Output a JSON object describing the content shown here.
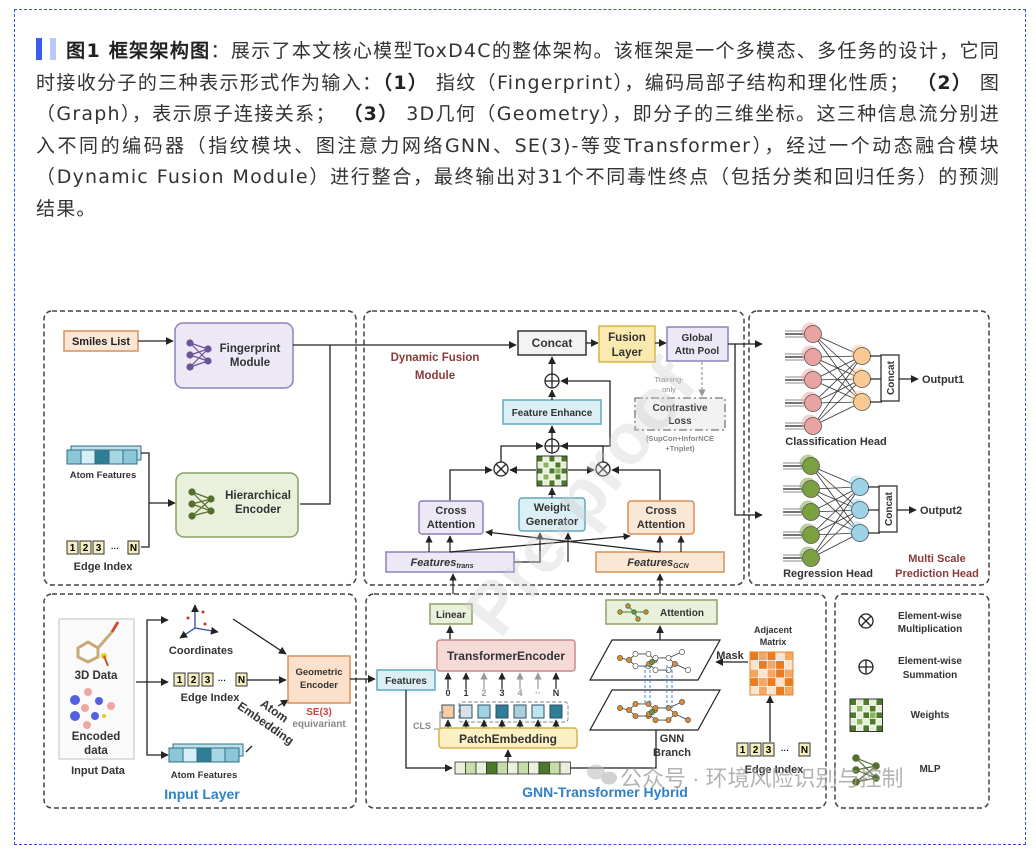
{
  "caption": {
    "title": "图1 框架架构图",
    "colon": "：",
    "part1": "展示了本文核心模型ToxD4C的整体架构。该框架是一个多模态、多任务的设计，它同时接收分子的三种表示形式作为输入：",
    "n1": "（1）",
    "part2": "指纹（Fingerprint），编码局部子结构和理化性质；",
    "n2": "（2）",
    "part3": "图（Graph），表示原子连接关系；",
    "n3": "（3）",
    "part4": "3D几何（Geometry），即分子的三维坐标。这三种信息流分别进入不同的编码器（指纹模块、图注意力网络GNN、SE(3)-等变Transformer），经过一个动态融合模块（Dynamic Fusion Module）进行整合，最终输出对31个不同毒性终点（包括分类和回归任务）的预测结果。"
  },
  "diagram": {
    "encoder_panel": {
      "smiles_list": "Smiles List",
      "fingerprint_module": [
        "Fingerprint",
        "Module"
      ],
      "atom_features": "Atom Features",
      "hierarchical_encoder": [
        "Hierarchical",
        "Encoder"
      ],
      "edge_index": "Edge Index",
      "edge_tokens": [
        "1",
        "2",
        "3",
        "···",
        "N"
      ]
    },
    "fusion_panel": {
      "title": [
        "Dynamic Fusion",
        "Module"
      ],
      "concat": "Concat",
      "fusion_layer": [
        "Fusion",
        "Layer"
      ],
      "global_attn_pool": [
        "Global",
        "Attn Pool"
      ],
      "training_only": [
        "Training-",
        "only"
      ],
      "contrastive_loss": [
        "Contrastive",
        "Loss"
      ],
      "loss_terms": [
        "(SupCon+InforNCE",
        "+Triplet)"
      ],
      "feature_enhance": "Feature Enhance",
      "cross_attention_left": [
        "Cross",
        "Attention"
      ],
      "weight_generator": [
        "Weight",
        "Generator"
      ],
      "cross_attention_right": [
        "Cross",
        "Attention"
      ],
      "features_trans": "Features",
      "features_trans_sub": "trans",
      "features_gcn": "Features",
      "features_gcn_sub": "GCN"
    },
    "head_panel": {
      "concat": "Concat",
      "output1": "Output1",
      "output2": "Output2",
      "classification_head": "Classification Head",
      "regression_head": "Regression Head",
      "title": [
        "Multi Scale",
        "Prediction Head"
      ]
    },
    "input_panel": {
      "coordinates": "Coordinates",
      "data_3d": "3D Data",
      "encoded_data": [
        "Encoded",
        "data"
      ],
      "input_data": "Input Data",
      "edge_index": "Edge Index",
      "edge_tokens": [
        "1",
        "2",
        "3",
        "···",
        "N"
      ],
      "atom_features": "Atom Features",
      "atom_embedding": [
        "Atom",
        "Embedding"
      ],
      "geometric_encoder": [
        "Geometric",
        "Encoder"
      ],
      "se3": "SE(3)",
      "equivariant": "equivariant",
      "title": "Input Layer"
    },
    "hybrid_panel": {
      "linear": "Linear",
      "transformer_encoder": "TransformerEncoder",
      "features": "Features",
      "token_labels": [
        "0",
        "1",
        "2",
        "3",
        "4",
        "··",
        "N"
      ],
      "cls": "CLS",
      "patch_embedding": "PatchEmbedding",
      "attention": "Attention",
      "adjacent_matrix": [
        "Adjacent",
        "Matrix"
      ],
      "mask": "Mask",
      "gnn_branch": [
        "GNN",
        "Branch"
      ],
      "edge_index": "Edge Index",
      "edge_tokens": [
        "1",
        "2",
        "3",
        "···",
        "N"
      ],
      "title": "GNN-Transformer Hybrid"
    },
    "legend": {
      "multiplication": [
        "Element-wise",
        "Multiplication"
      ],
      "summation": [
        "Element-wise",
        "Summation"
      ],
      "weights": "Weights",
      "mlp": "MLP"
    },
    "watermark": "公众号 · 环境风险识别与控制",
    "overlay_watermark": "Pre-proof"
  }
}
